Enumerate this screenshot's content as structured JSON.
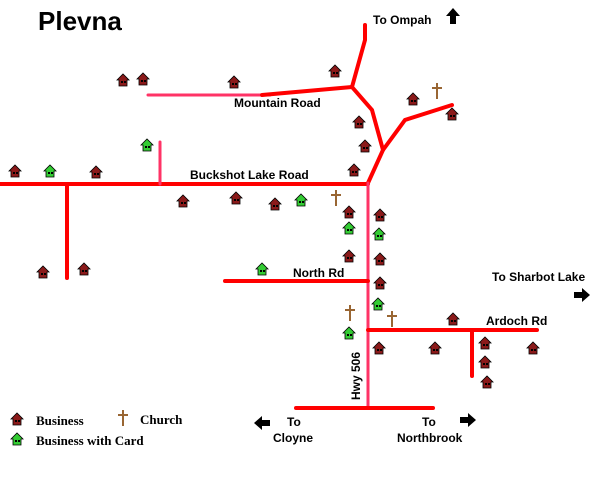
{
  "title": "Plevna",
  "colors": {
    "road_main": "#ff0000",
    "road_minor": "#ff3366",
    "business_fill": "#8b1a1a",
    "card_fill": "#33cc33",
    "church": "#996633",
    "arrow": "#000000"
  },
  "roads": {
    "mountain_road": "Mountain Road",
    "buckshot_lake_road": "Buckshot Lake Road",
    "north_rd": "North Rd",
    "ardoch_rd": "Ardoch Rd",
    "hwy_506": "Hwy 506"
  },
  "destinations": {
    "ompah": "To Ompah",
    "sharbot_lake": "To Sharbot Lake",
    "cloyne_to": "To",
    "cloyne_name": "Cloyne",
    "northbrook_to": "To",
    "northbrook_name": "Northbrook"
  },
  "legend": {
    "business": "Business",
    "church": "Church",
    "business_with_card": "Business with Card"
  }
}
